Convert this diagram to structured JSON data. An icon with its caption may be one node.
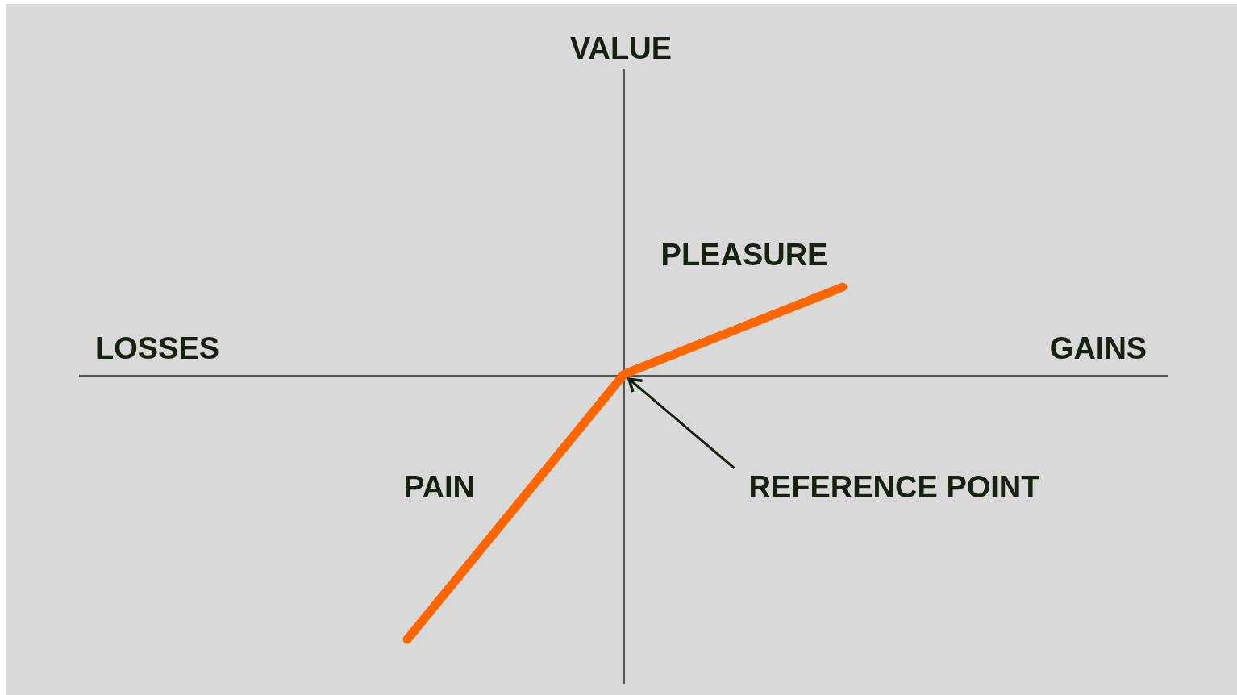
{
  "diagram": {
    "nodes": [
      {
        "text": [
          "REFERENCE POINT"
        ]
      },
      {
        "text": [],
        "shape": "line"
      }
    ],
    "edges": [
      {
        "from": 0,
        "to": 1,
        "arrow": "to"
      }
    ],
    "labels": [
      "VALUE",
      "PLEASURE",
      "LOSSES",
      "GAINS",
      "PAIN"
    ]
  }
}
